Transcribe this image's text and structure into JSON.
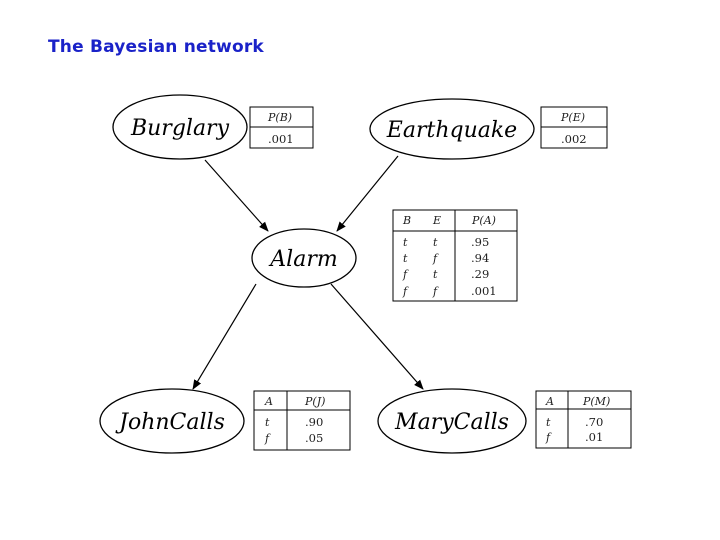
{
  "title": "The Bayesian network",
  "colors": {
    "title": "#1a22c8",
    "stroke": "#000000"
  },
  "nodes": {
    "burglary": "Burglary",
    "earthquake": "Earthquake",
    "alarm": "Alarm",
    "johncalls": "JohnCalls",
    "marycalls": "MaryCalls"
  },
  "cpt_burglary": {
    "header": "P(B)",
    "value": ".001"
  },
  "cpt_earthquake": {
    "header": "P(E)",
    "value": ".002"
  },
  "cpt_alarm": {
    "headers": [
      "B",
      "E",
      "P(A)"
    ],
    "rows": [
      [
        "t",
        "t",
        ".95"
      ],
      [
        "t",
        "f",
        ".94"
      ],
      [
        "f",
        "t",
        ".29"
      ],
      [
        "f",
        "f",
        ".001"
      ]
    ]
  },
  "cpt_john": {
    "headers": [
      "A",
      "P(J)"
    ],
    "rows": [
      [
        "t",
        ".90"
      ],
      [
        "f",
        ".05"
      ]
    ]
  },
  "cpt_mary": {
    "headers": [
      "A",
      "P(M)"
    ],
    "rows": [
      [
        "t",
        ".70"
      ],
      [
        "f",
        ".01"
      ]
    ]
  }
}
